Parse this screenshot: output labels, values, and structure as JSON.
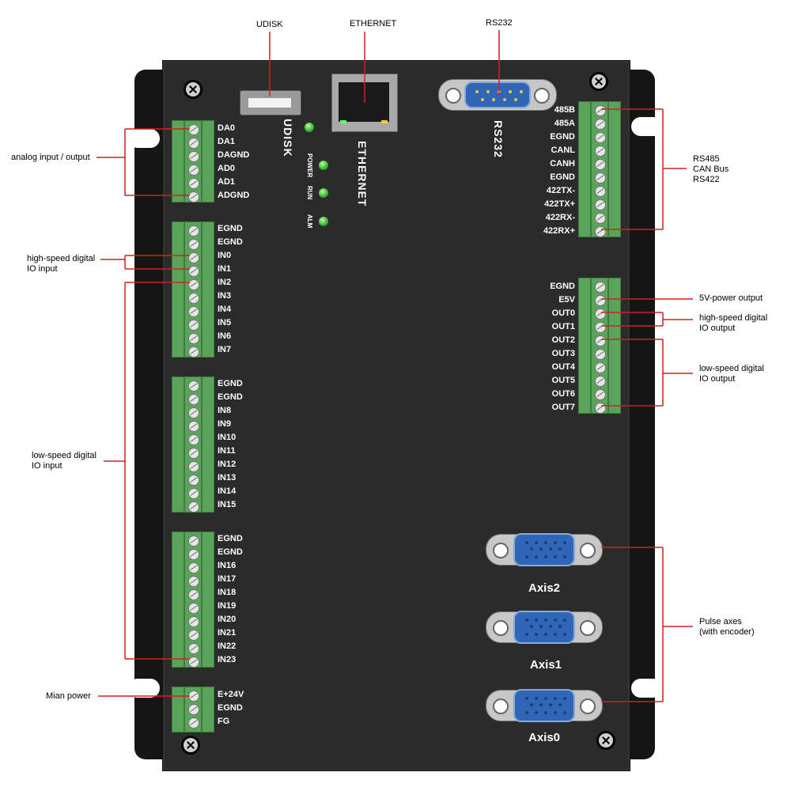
{
  "top_labels": {
    "udisk": "UDISK",
    "ethernet": "ETHERNET",
    "rs232": "RS232"
  },
  "panel_labels": {
    "udisk": "UDISK",
    "ethernet": "ETHERNET",
    "rs232": "RS232",
    "power": "POWER",
    "run": "RUN",
    "alm": "ALM"
  },
  "left_terminals": {
    "analog": [
      "DA0",
      "DA1",
      "DAGND",
      "AD0",
      "AD1",
      "ADGND"
    ],
    "block1": [
      "EGND",
      "EGND",
      "IN0",
      "IN1",
      "IN2",
      "IN3",
      "IN4",
      "IN5",
      "IN6",
      "IN7"
    ],
    "block2": [
      "EGND",
      "EGND",
      "IN8",
      "IN9",
      "IN10",
      "IN11",
      "IN12",
      "IN13",
      "IN14",
      "IN15"
    ],
    "block3": [
      "EGND",
      "EGND",
      "IN16",
      "IN17",
      "IN18",
      "IN19",
      "IN20",
      "IN21",
      "IN22",
      "IN23"
    ],
    "power": [
      "E+24V",
      "EGND",
      "FG"
    ]
  },
  "right_terminals": {
    "comm": [
      "485B",
      "485A",
      "EGND",
      "CANL",
      "CANH",
      "EGND",
      "422TX-",
      "422TX+",
      "422RX-",
      "422RX+"
    ],
    "output": [
      "EGND",
      "E5V",
      "OUT0",
      "OUT1",
      "OUT2",
      "OUT3",
      "OUT4",
      "OUT5",
      "OUT6",
      "OUT7"
    ]
  },
  "axes": [
    "Axis2",
    "Axis1",
    "Axis0"
  ],
  "callouts": {
    "analog": "analog input / output",
    "hs_input_1": "high-speed digital",
    "hs_input_2": "IO input",
    "ls_input_1": "low-speed digital",
    "ls_input_2": "IO input",
    "main_power": "Mian power",
    "comm_1": "RS485",
    "comm_2": "CAN Bus",
    "comm_3": "RS422",
    "power5v": "5V-power output",
    "hs_output_1": "high-speed digital",
    "hs_output_2": "IO output",
    "ls_output_1": "low-speed digital",
    "ls_output_2": "IO output",
    "pulse_1": "Pulse axes",
    "pulse_2": "(with encoder)"
  },
  "colors": {
    "callout_line": "#d42020",
    "terminal_green": "#5aa35a",
    "panel": "#2b2b2b",
    "dsub_blue": "#2f66b8",
    "led_green": "#2fb52f"
  }
}
